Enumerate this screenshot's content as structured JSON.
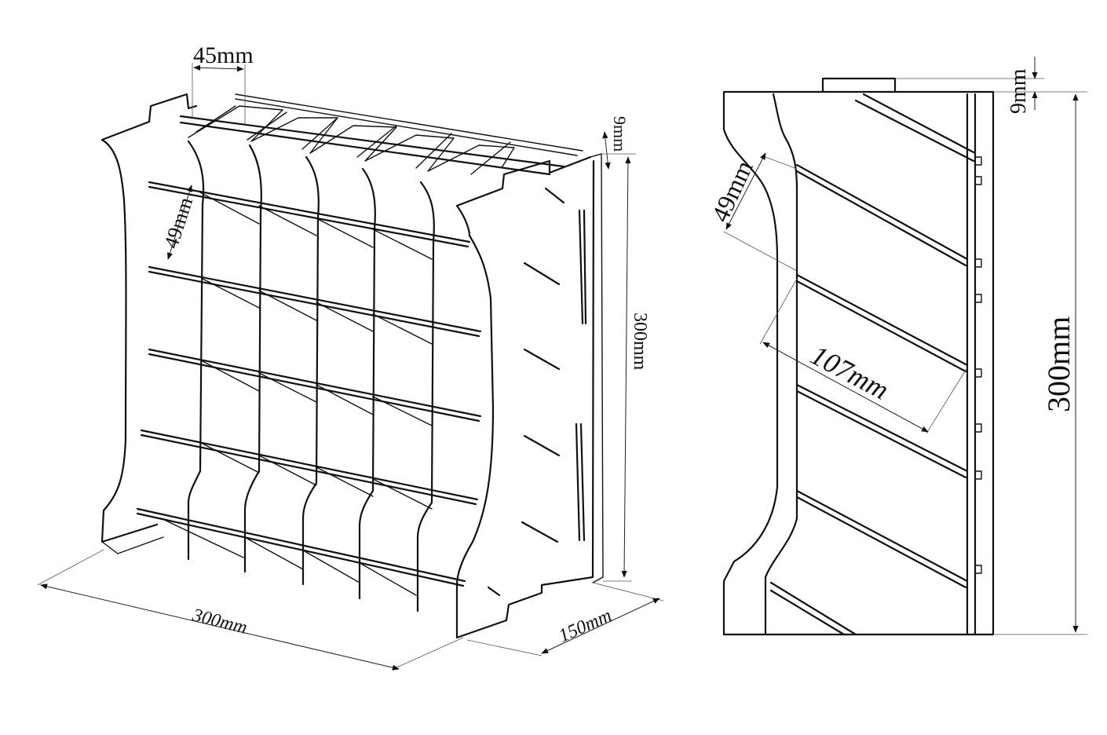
{
  "isometric_view": {
    "dim_top_width": "45mm",
    "dim_shelf_pitch": "49mm",
    "dim_thickness": "9mm",
    "dim_height": "300mm",
    "dim_width": "300mm",
    "dim_depth": "150mm"
  },
  "side_view": {
    "dim_thickness": "9mm",
    "dim_shelf_pitch": "49mm",
    "dim_shelf_length": "107mm",
    "dim_height": "300mm"
  },
  "colors": {
    "line": "#111111",
    "background": "#ffffff"
  }
}
